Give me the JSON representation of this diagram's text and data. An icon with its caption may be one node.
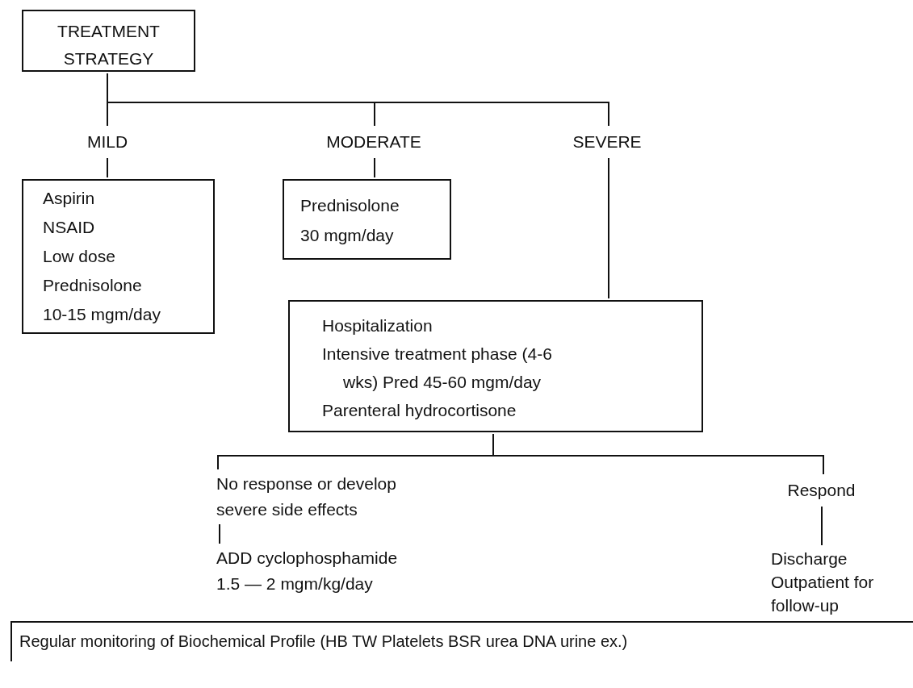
{
  "diagram": {
    "nodes": [
      {
        "text": [
          "TREATMENT STRATEGY"
        ]
      },
      {
        "text": [
          "MILD"
        ]
      },
      {
        "text": [
          "MODERATE"
        ]
      },
      {
        "text": [
          "SEVERE"
        ]
      },
      {
        "text": [
          "Aspirin",
          "NSAID",
          "Low dose Prednisolone 10-15 mgm/day"
        ]
      },
      {
        "text": [
          "Prednisolone 30 mgm/day"
        ]
      },
      {
        "text": [
          "Hospitalization",
          "Intensive treatment phase (4-6 wks) Pred 45-60 mgm/day",
          "Parenteral hydrocortisone"
        ]
      },
      {
        "text": [
          "No response or develop severe side effects"
        ]
      },
      {
        "text": [
          "Respond"
        ]
      },
      {
        "text": [
          "ADD cyclophosphamide 1.5 — 2 mgm/kg/day"
        ]
      },
      {
        "text": [
          "Discharge Outpatient for follow-up"
        ]
      },
      {
        "text": [
          "Regular monitoring of Biochemical Profile (HB TW Platelets BSR urea DNA urine ex.)"
        ]
      }
    ],
    "edges": [
      {
        "from": 0,
        "to": 1,
        "arrow": "none"
      },
      {
        "from": 0,
        "to": 2,
        "arrow": "none"
      },
      {
        "from": 0,
        "to": 3,
        "arrow": "none"
      },
      {
        "from": 1,
        "to": 4,
        "arrow": "none"
      },
      {
        "from": 2,
        "to": 5,
        "arrow": "none"
      },
      {
        "from": 3,
        "to": 6,
        "arrow": "none"
      },
      {
        "from": 6,
        "to": 7,
        "arrow": "none"
      },
      {
        "from": 6,
        "to": 8,
        "arrow": "none"
      },
      {
        "from": 7,
        "to": 9,
        "arrow": "none"
      },
      {
        "from": 8,
        "to": 10,
        "arrow": "none"
      }
    ]
  }
}
